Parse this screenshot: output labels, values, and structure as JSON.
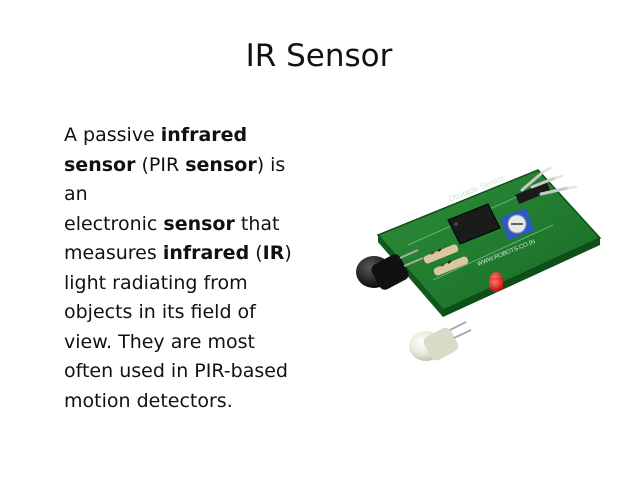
{
  "slide": {
    "title": "IR Sensor",
    "body_lines": [
      [
        {
          "t": "A passive ",
          "b": false
        },
        {
          "t": "infrared",
          "b": true
        }
      ],
      [
        {
          "t": "sensor",
          "b": true
        },
        {
          "t": " (PIR ",
          "b": false
        },
        {
          "t": "sensor",
          "b": true
        },
        {
          "t": ") is",
          "b": false
        }
      ],
      [
        {
          "t": "an",
          "b": false
        }
      ],
      [
        {
          "t": "electronic ",
          "b": false
        },
        {
          "t": "sensor",
          "b": true
        },
        {
          "t": " that",
          "b": false
        }
      ],
      [
        {
          "t": "measures ",
          "b": false
        },
        {
          "t": "infrared",
          "b": true
        },
        {
          "t": " (",
          "b": false
        },
        {
          "t": "IR",
          "b": true
        },
        {
          "t": ")",
          "b": false
        }
      ],
      [
        {
          "t": "light radiating from",
          "b": false
        }
      ],
      [
        {
          "t": "objects in its field of",
          "b": false
        }
      ],
      [
        {
          "t": "view. They are most",
          "b": false
        }
      ],
      [
        {
          "t": "often used in PIR-based",
          "b": false
        }
      ],
      [
        {
          "t": "motion detectors.",
          "b": false
        }
      ]
    ],
    "image": {
      "subject": "ir-sensor-module-photo",
      "board_label": "Obstacle Sensor",
      "watermark": "WWW.ROBOTS.CO.IN"
    }
  }
}
